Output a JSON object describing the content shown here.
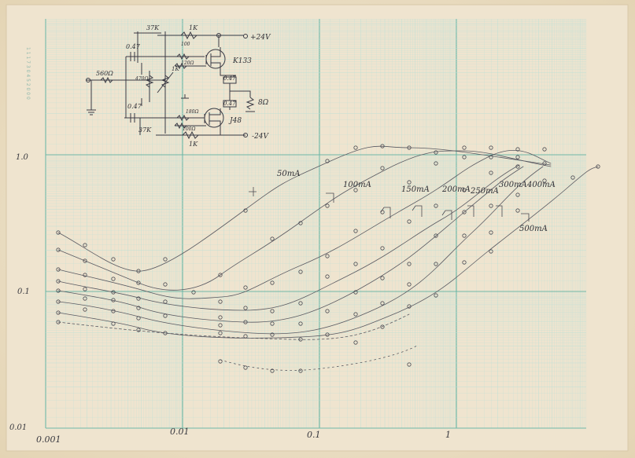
{
  "colors": {
    "paper": "#efe4cf",
    "grid_light": "#bfe0d6",
    "grid_dark": "#6fb8a8",
    "pencil": "#3a3a44"
  },
  "schematic": {
    "labels": {
      "r_top": "1K",
      "r_bot": "1K",
      "plus_rail": "+24V",
      "minus_rail": "-24V",
      "cap_top": "0.47",
      "cap_bot": "0.47",
      "input_r": "560Ω",
      "pot_top": "37K",
      "pot_bot": "37K",
      "r_gate_top": "100",
      "r_gate_top2": "120Ω",
      "r_gate_bot": "180Ω",
      "r_gate_bot2": "100Ω",
      "trim": "1K",
      "pot_mid": "470Ω",
      "q_top": "K133",
      "q_bot": "J48",
      "r_src_top": "0.47",
      "r_src_bot": "0.47",
      "load": "8Ω"
    }
  },
  "chart_data": {
    "type": "scatter",
    "x_axis": {
      "scale": "log",
      "ticks": [
        "0.001",
        "0.01",
        "0.1",
        "1"
      ]
    },
    "y_axis": {
      "scale": "log",
      "ticks": [
        "1.0",
        "0.1",
        "0.01"
      ]
    },
    "series_labels": [
      "50mA",
      "100mA",
      "150mA",
      "200mA",
      "250mA",
      "300mA",
      "400mA",
      "500mA"
    ]
  }
}
